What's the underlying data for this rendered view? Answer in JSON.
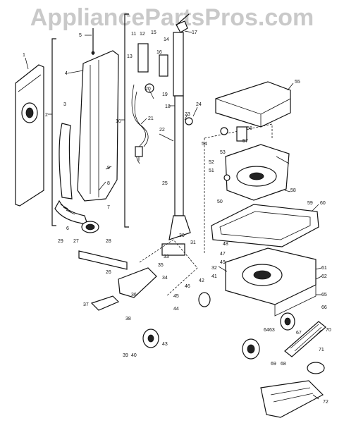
{
  "watermark": "AppliancePartsPros.com",
  "labels": {
    "p1": "1",
    "p2": "2",
    "p3": "3",
    "p4": "4",
    "p5": "5",
    "p6": "6",
    "p7": "7",
    "p8": "8",
    "p9": "9",
    "p10": "10",
    "p11": "11",
    "p12": "12",
    "p13": "13",
    "p14": "14",
    "p15": "15",
    "p16": "16",
    "p17": "17",
    "p18": "18",
    "p19": "19",
    "p20": "20",
    "p21": "21",
    "p22": "22",
    "p23": "23",
    "p24": "24",
    "p25": "25",
    "p26": "26",
    "p27": "27",
    "p28": "28",
    "p29": "29",
    "p30": "30",
    "p31": "31",
    "p32": "32",
    "p33": "33",
    "p34": "34",
    "p35": "35",
    "p36": "36",
    "p37": "37",
    "p38": "38",
    "p39": "39",
    "p40": "40",
    "p41": "41",
    "p42": "42",
    "p43": "43",
    "p44": "44",
    "p45": "45",
    "p46": "46",
    "p47": "47",
    "p48": "48",
    "p49": "49",
    "p50": "50",
    "p51": "51",
    "p52": "52",
    "p53": "53",
    "p54": "54",
    "p55": "55",
    "p56": "56",
    "p57": "57",
    "p58": "58",
    "p59": "59",
    "p60": "60",
    "p61": "61",
    "p62": "62",
    "p63": "63",
    "p64": "64",
    "p65": "65",
    "p66": "66",
    "p67": "67",
    "p68": "68",
    "p69": "69",
    "p70": "70",
    "p71": "71",
    "p72": "72"
  }
}
